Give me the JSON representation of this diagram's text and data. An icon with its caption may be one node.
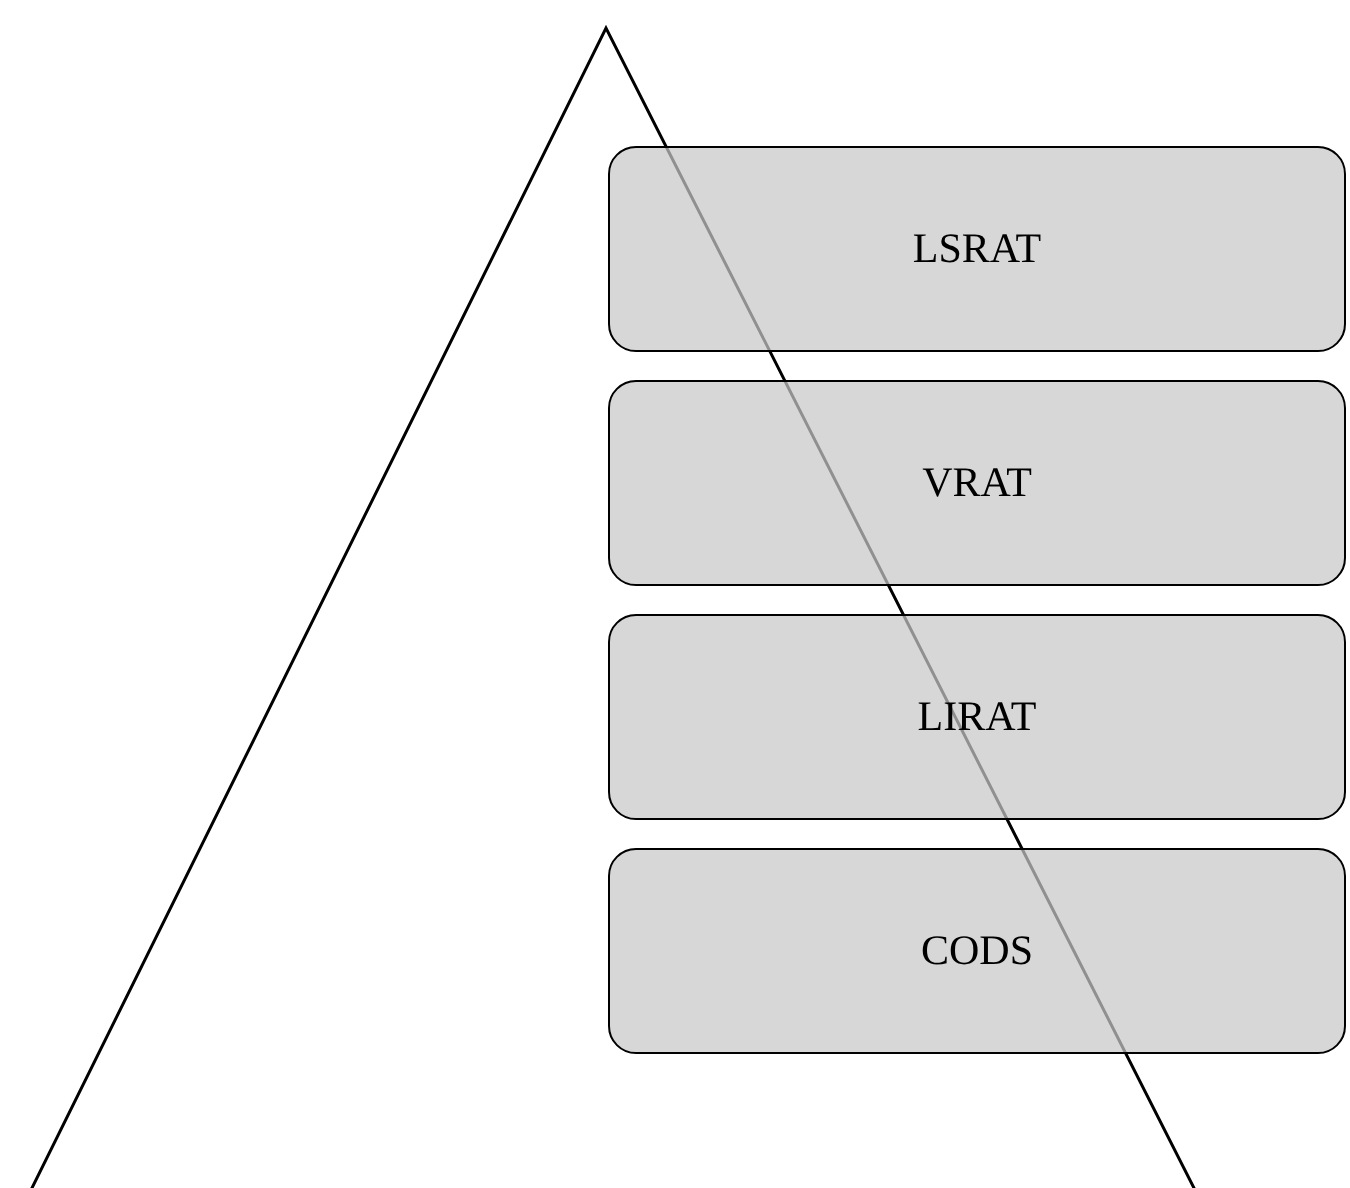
{
  "diagram": {
    "nodes": [
      {
        "text": [
          "LSRAT"
        ]
      },
      {
        "text": [
          "VRAT"
        ]
      },
      {
        "text": [
          "LIRAT"
        ]
      },
      {
        "text": [
          "CODS"
        ]
      }
    ]
  }
}
